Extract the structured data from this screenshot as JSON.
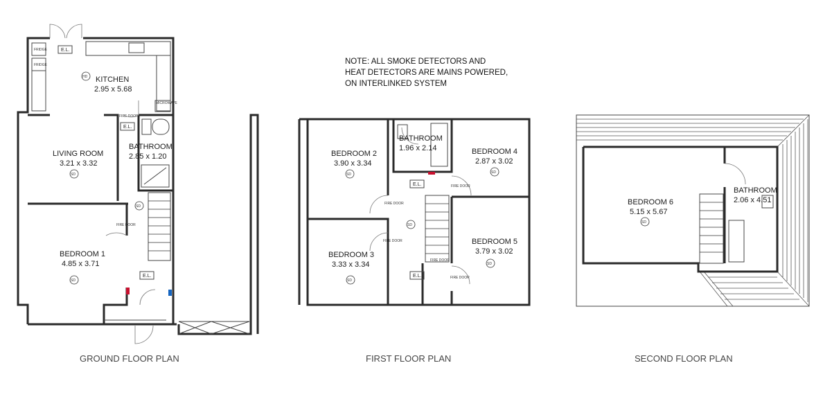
{
  "colors": {
    "wall": "#2a2a2a",
    "fire_alarm_red": "#c8102e",
    "call_point_blue": "#1565c0"
  },
  "symbols": {
    "smoke_detector": "SD",
    "heat_detector": "HD",
    "emergency_light": "E.L.",
    "fire_door": "FIRE DOOR",
    "fridge": "FRIDGE",
    "microwave": "MICROWAVE"
  },
  "note": {
    "line1": "NOTE: ALL SMOKE DETECTORS AND",
    "line2": "HEAT DETECTORS ARE MAINS POWERED,",
    "line3": "ON INTERLINKED SYSTEM"
  },
  "ground": {
    "caption": "GROUND FLOOR PLAN",
    "kitchen": {
      "name": "KITCHEN",
      "size": "2.95 x 5.68"
    },
    "living": {
      "name": "LIVING ROOM",
      "size": "3.21 x 3.32"
    },
    "bathroom": {
      "name": "BATHROOM",
      "size": "2.85 x 1.20"
    },
    "bedroom1": {
      "name": "BEDROOM 1",
      "size": "4.85 x 3.71"
    }
  },
  "first": {
    "caption": "FIRST FLOOR PLAN",
    "bedroom2": {
      "name": "BEDROOM 2",
      "size": "3.90 x 3.34"
    },
    "bathroom": {
      "name": "BATHROOM",
      "size": "1.96 x 2.14"
    },
    "bedroom4": {
      "name": "BEDROOM 4",
      "size": "2.87 x 3.02"
    },
    "bedroom3": {
      "name": "BEDROOM 3",
      "size": "3.33 x 3.34"
    },
    "bedroom5": {
      "name": "BEDROOM 5",
      "size": "3.79 x 3.02"
    }
  },
  "second": {
    "caption": "SECOND FLOOR PLAN",
    "bedroom6": {
      "name": "BEDROOM 6",
      "size": "5.15 x 5.67"
    },
    "bathroom": {
      "name": "BATHROOM",
      "size": "2.06 x 4.51"
    }
  }
}
